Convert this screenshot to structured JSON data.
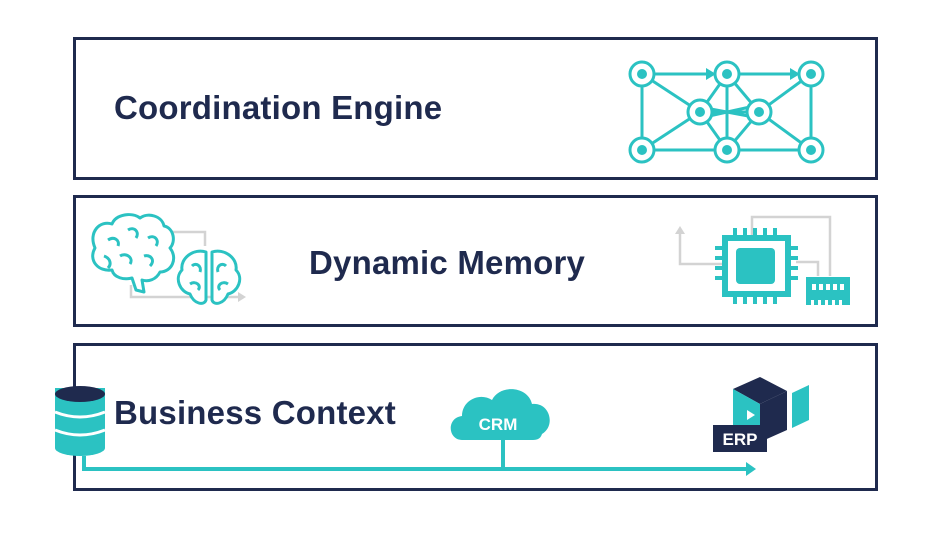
{
  "colors": {
    "navy": "#1f2a4e",
    "teal": "#2bc2c2",
    "gray": "#d3d3d3"
  },
  "layers": [
    {
      "title": "Coordination Engine",
      "icon": "network-graph-icon"
    },
    {
      "title": "Dynamic Memory",
      "icons": [
        "brain-icon",
        "brain-halves-icon",
        "cpu-chip-icon",
        "memory-module-icon"
      ]
    },
    {
      "title": "Business Context",
      "icons": [
        "database-icon",
        "crm-cloud-icon",
        "erp-cube-icon"
      ]
    }
  ],
  "labels": {
    "crm": "CRM",
    "erp": "ERP"
  }
}
